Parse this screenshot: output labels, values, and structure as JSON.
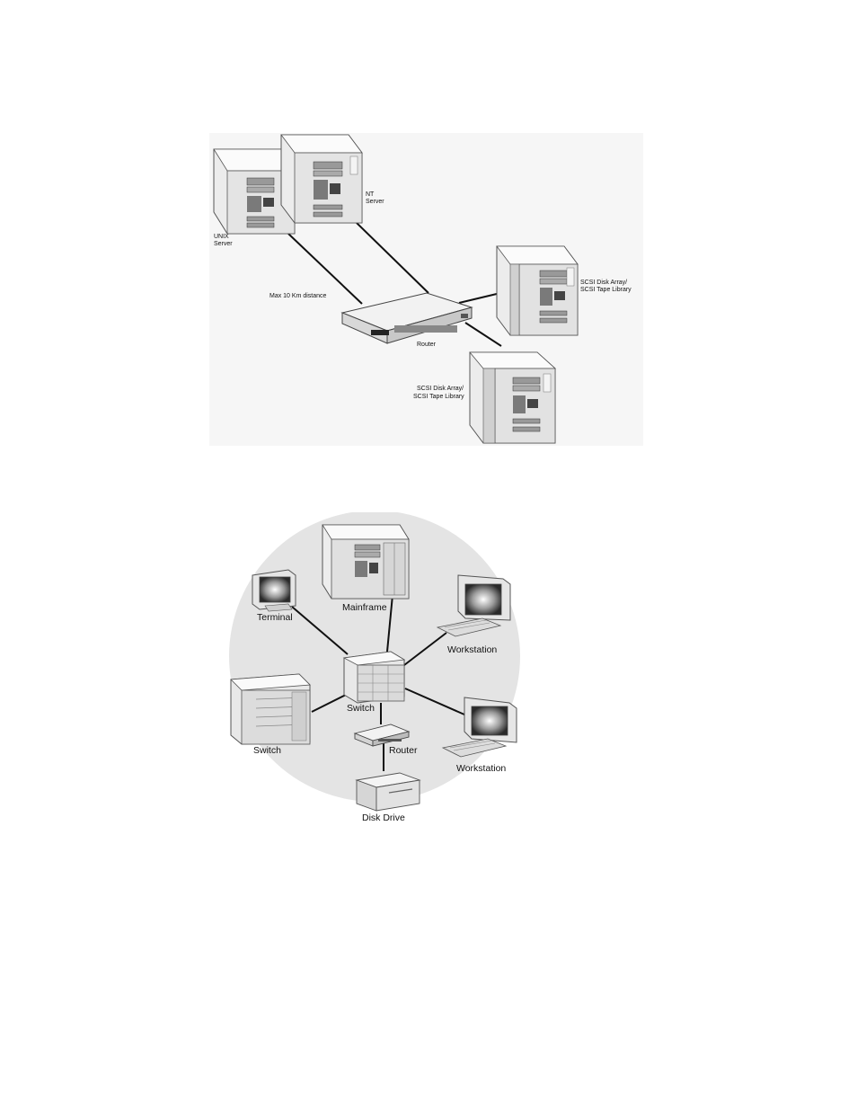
{
  "figure1": {
    "labels": {
      "unix_server_line1": "UNIX",
      "unix_server_line2": "Server",
      "nt_server_line1": "NT",
      "nt_server_line2": "Server",
      "distance": "Max 10 Km distance",
      "router": "Router",
      "scsi_right_line1": "SCSI Disk Array/",
      "scsi_right_line2": "SCSI Tape Library",
      "scsi_bottom_line1": "SCSI Disk Array/",
      "scsi_bottom_line2": "SCSI Tape Library"
    }
  },
  "figure2": {
    "labels": {
      "terminal": "Terminal",
      "mainframe": "Mainframe",
      "workstation_top": "Workstation",
      "switch_center": "Switch",
      "switch_left": "Switch",
      "router": "Router",
      "workstation_bottom": "Workstation",
      "disk_drive": "Disk Drive"
    }
  }
}
